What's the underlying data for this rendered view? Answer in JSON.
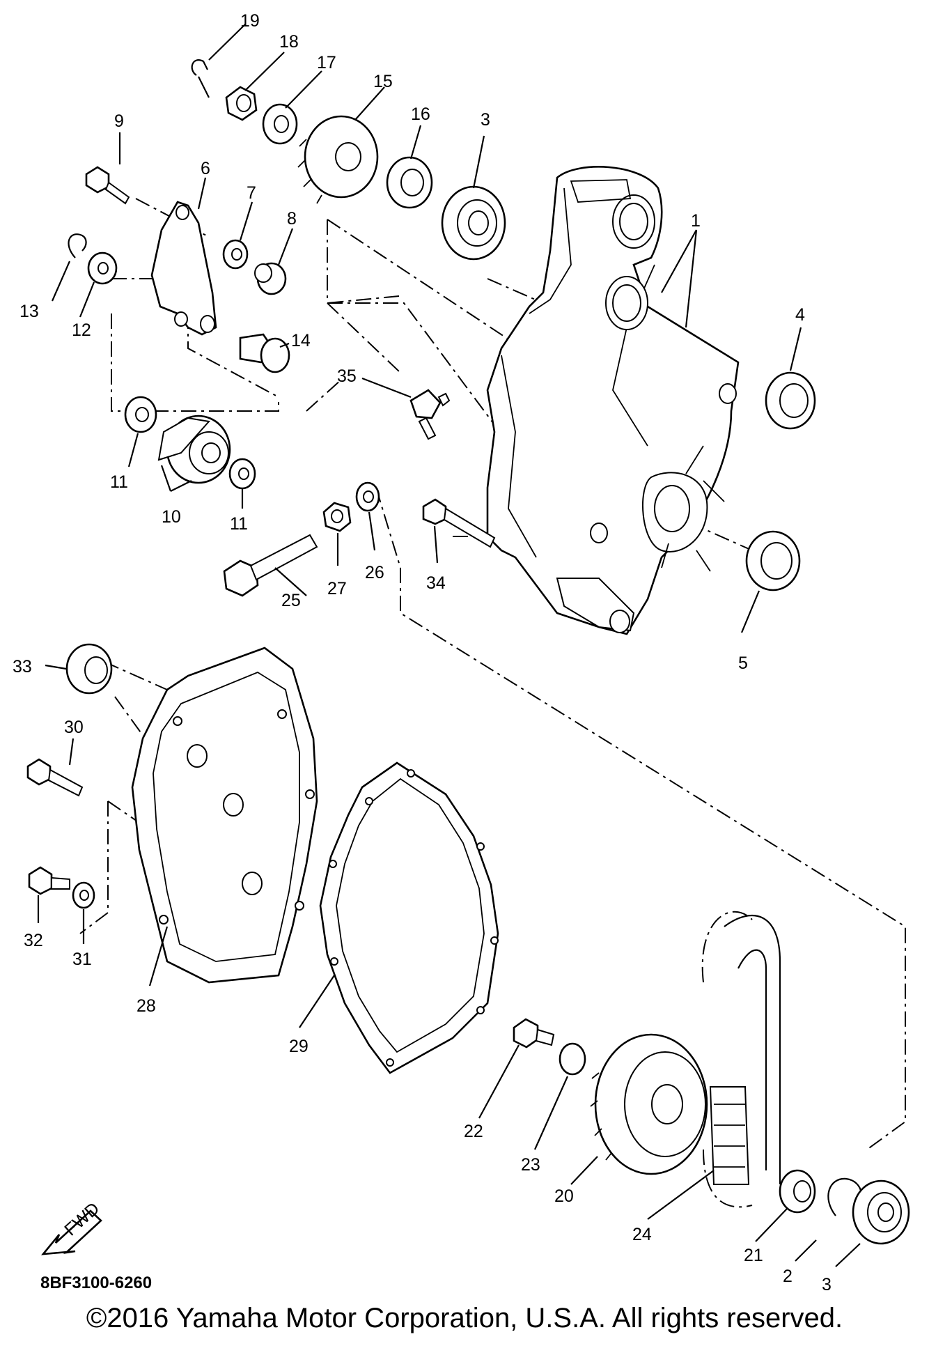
{
  "callouts": [
    "1",
    "2",
    "3",
    "3",
    "4",
    "5",
    "6",
    "7",
    "8",
    "9",
    "10",
    "11",
    "11",
    "12",
    "13",
    "14",
    "15",
    "16",
    "17",
    "18",
    "19",
    "20",
    "21",
    "22",
    "23",
    "24",
    "25",
    "26",
    "27",
    "28",
    "29",
    "30",
    "31",
    "32",
    "33",
    "34",
    "35"
  ],
  "fwd_label": "FWD",
  "diagram_code": "8BF3100-6260",
  "copyright": "©2016 Yamaha Motor Corporation, U.S.A. All rights reserved."
}
